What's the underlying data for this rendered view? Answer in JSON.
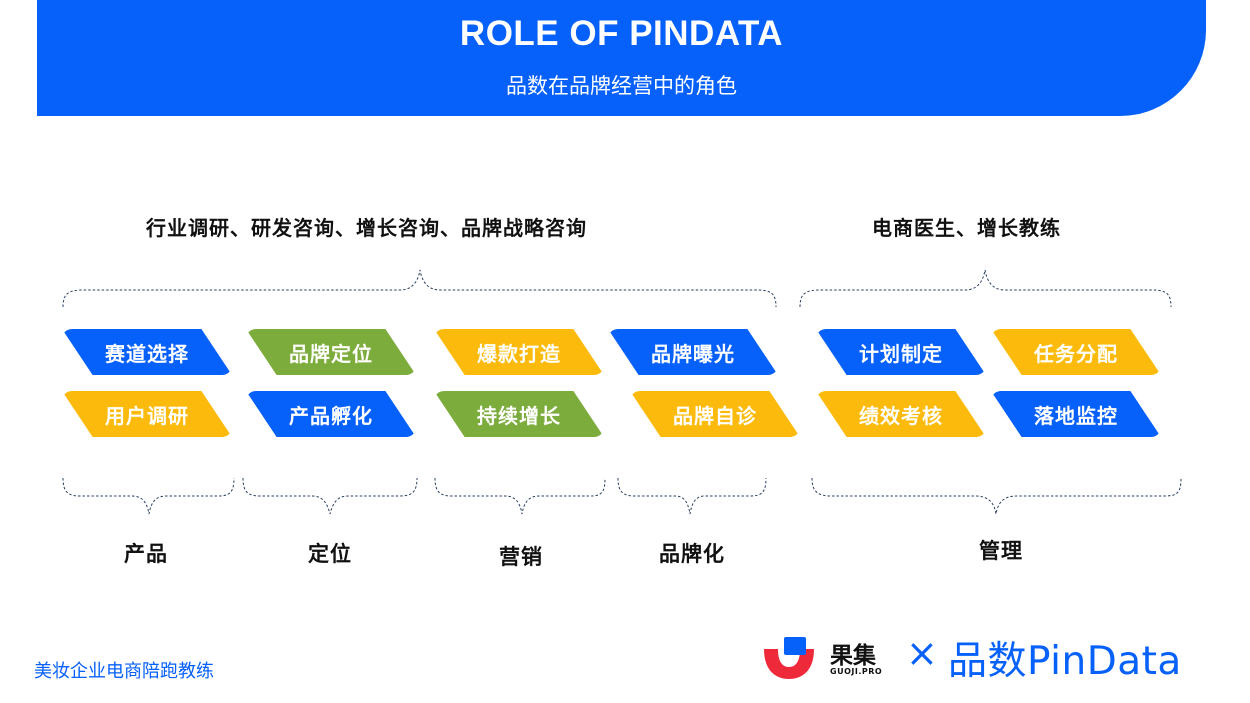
{
  "header": {
    "title": "ROLE OF PINDATA",
    "subtitle": "品数在品牌经营中的角色",
    "background_color": "#0660fa"
  },
  "groups": [
    {
      "heading": "行业调研、研发咨询、增长咨询、品牌战略咨询"
    },
    {
      "heading": "电商医生、增长教练"
    }
  ],
  "tags": [
    {
      "label": "赛道选择",
      "color": "#0660fa"
    },
    {
      "label": "品牌定位",
      "color": "#7cac3c"
    },
    {
      "label": "爆款打造",
      "color": "#fcbb0c"
    },
    {
      "label": "品牌曝光",
      "color": "#0660fa"
    },
    {
      "label": "计划制定",
      "color": "#0660fa"
    },
    {
      "label": "任务分配",
      "color": "#fcbb0c"
    },
    {
      "label": "用户调研",
      "color": "#fcbb0c"
    },
    {
      "label": "产品孵化",
      "color": "#0660fa"
    },
    {
      "label": "持续增长",
      "color": "#7cac3c"
    },
    {
      "label": "品牌自诊",
      "color": "#fcbb0c"
    },
    {
      "label": "绩效考核",
      "color": "#fcbb0c"
    },
    {
      "label": "落地监控",
      "color": "#0660fa"
    }
  ],
  "categories": [
    {
      "label": "产品"
    },
    {
      "label": "定位"
    },
    {
      "label": "营销"
    },
    {
      "label": "品牌化"
    },
    {
      "label": "管理"
    }
  ],
  "footer": {
    "slogan": "美妆企业电商陪跑教练",
    "logo_guoji_cn": "果集",
    "logo_guoji_en": "GUOJI.PRO",
    "logo_separator": "×",
    "logo_pindata": "品数PinData"
  },
  "colors": {
    "blue": "#0660fa",
    "green": "#7cac3c",
    "yellow": "#fcbb0c",
    "red": "#ee2a3a"
  }
}
